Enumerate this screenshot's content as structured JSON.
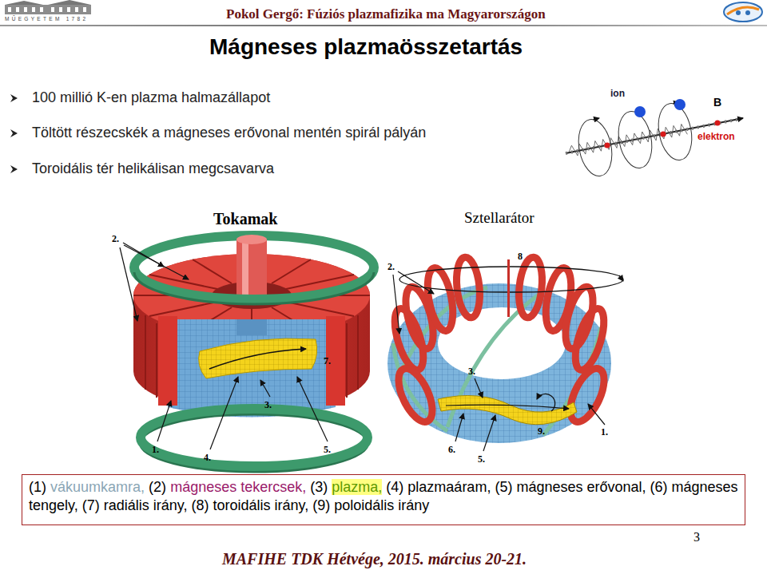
{
  "diagram": {
    "title": "Mágneses plazmaösszetartás",
    "nodes": [
      {
        "text": [
          "(1)",
          "vákuumkamra,",
          "(2)",
          "mágneses tekercsek,",
          "(3)",
          "plazma,",
          "(4) plazmaáram, (5) mágneses erővonal, (6) mágneses tengely, (7) radiális irány, (8) toroidális irány, (9) poloidális irány"
        ]
      }
    ],
    "labels": [
      "MŰEGYETEM 1782",
      "Pokol Gergő: Fúziós plazmafizika ma Magyarországon",
      "100 millió K-en plazma halmazállapot",
      "Töltött részecskék a mágneses erővonal mentén spirál pályán",
      "Toroidális tér helikálisan megcsavarva",
      "ion",
      "B",
      "elektron",
      "Tokamak",
      "Sztellarátor",
      "2.",
      "7.",
      "3.",
      "1.",
      "4.",
      "5.",
      "2.",
      "8",
      "3.",
      "6.",
      "5.",
      "9.",
      "1.",
      "3",
      "MAFIHE TDK Hétvége, 2015. március 20-21."
    ]
  }
}
